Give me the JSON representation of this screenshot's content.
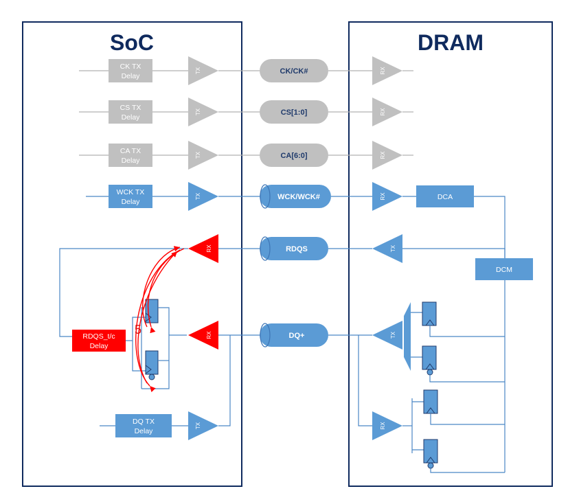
{
  "titles": {
    "soc": "SoC",
    "dram": "DRAM"
  },
  "soc_blocks": {
    "ck_tx": [
      "CK TX",
      "Delay"
    ],
    "cs_tx": [
      "CS TX",
      "Delay"
    ],
    "ca_tx": [
      "CA TX",
      "Delay"
    ],
    "wck_tx": [
      "WCK TX",
      "Delay"
    ],
    "rdqs_delay": [
      "RDQS_t/c",
      "Delay"
    ],
    "dq_tx": [
      "DQ TX",
      "Delay"
    ]
  },
  "signals": {
    "ck": "CK/CK#",
    "cs": "CS[1:0]",
    "ca": "CA[6:0]",
    "wck": "WCK/WCK#",
    "rdqs": "RDQS",
    "dq": "DQ+"
  },
  "dram_blocks": {
    "dca": "DCA",
    "dcm": "DCM"
  },
  "amp_labels": {
    "tx": "TX",
    "rx": "RX"
  },
  "annotation": {
    "step": "5"
  },
  "colors": {
    "blue": "#5b9bd5",
    "blue_line": "#4a86c5",
    "gray": "#c0c0c0",
    "red": "#ff0000",
    "frame": "#0f2a5e"
  }
}
